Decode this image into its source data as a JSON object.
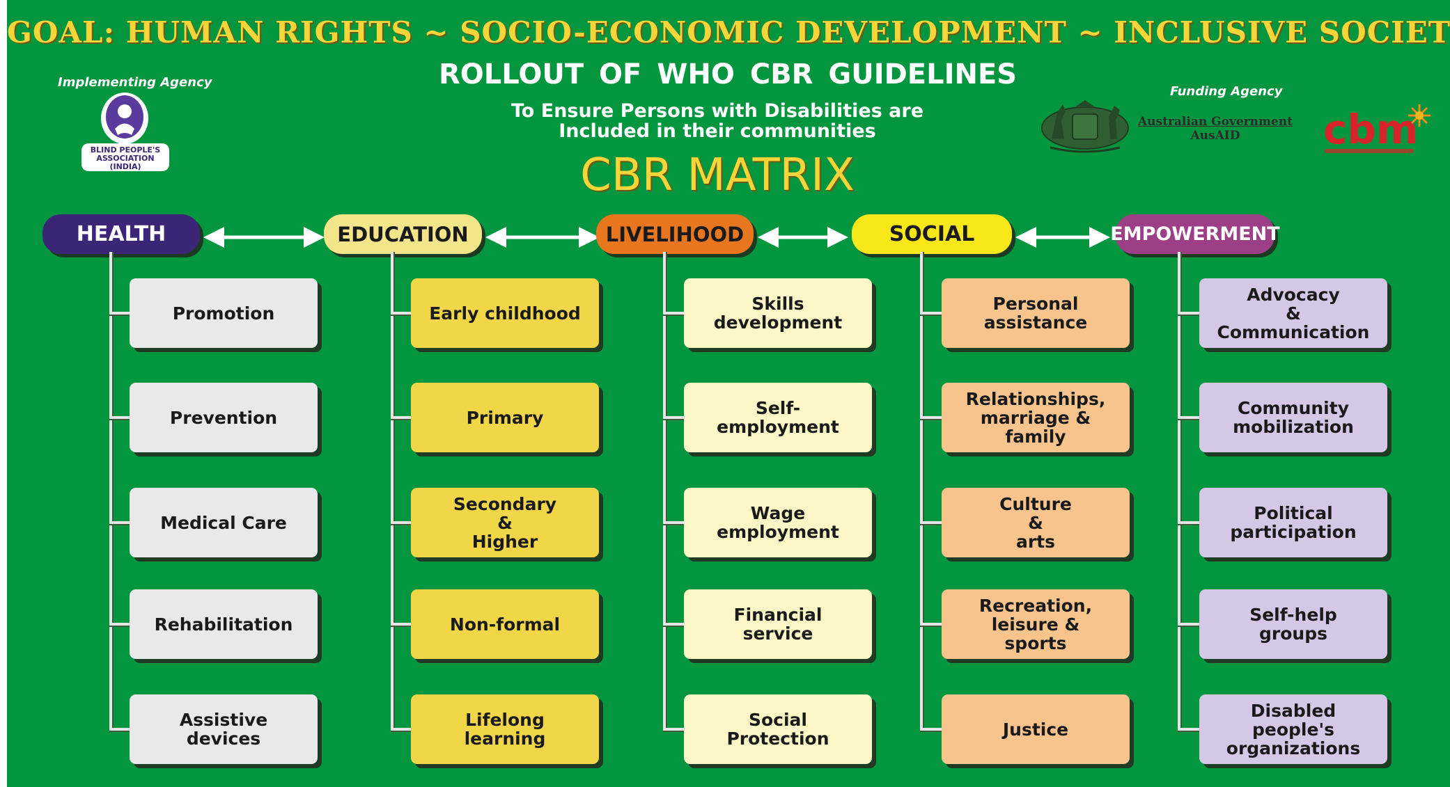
{
  "goal": "GOAL: HUMAN RIGHTS ~ SOCIO-ECONOMIC DEVELOPMENT ~ INCLUSIVE SOCIETY",
  "rollout": "ROLLOUT  OF  WHO  CBR  GUIDELINES",
  "subtitle_line1": "To Ensure Persons with Disabilities are",
  "subtitle_line2": "Included in their communities",
  "matrix_title": "CBR MATRIX",
  "implementing_agency_label": "Implementing Agency",
  "implementing_agency_logo_text": [
    "BLIND PEOPLE'S",
    "ASSOCIATION",
    "(INDIA)"
  ],
  "funding_agency_label": "Funding Agency",
  "funding_agency_gov_line1": "Australian Government",
  "funding_agency_gov_line2": "AusAID",
  "funding_logo_text": "cbm",
  "colors": {
    "background": "#04963f",
    "goal_text": "#f5d53a",
    "connector": "#e6e6e6"
  },
  "columns": [
    {
      "header": "HEALTH",
      "header_bg": "#3b2576",
      "header_fg": "#ffffff",
      "item_bg": "#e9e9e9",
      "items": [
        "Promotion",
        "Prevention",
        "Medical Care",
        "Rehabilitation",
        "Assistive\ndevices"
      ]
    },
    {
      "header": "EDUCATION",
      "header_bg": "#f3e58a",
      "header_fg": "#1a1a1a",
      "item_bg": "#f1d648",
      "items": [
        "Early childhood",
        "Primary",
        "Secondary\n&\nHigher",
        "Non-formal",
        "Lifelong\nlearning"
      ]
    },
    {
      "header": "LIVELIHOOD",
      "header_bg": "#e8761f",
      "header_fg": "#1a1a1a",
      "item_bg": "#fdf6c6",
      "items": [
        "Skills\ndevelopment",
        "Self-\nemployment",
        "Wage\nemployment",
        "Financial\nservice",
        "Social\nProtection"
      ]
    },
    {
      "header": "SOCIAL",
      "header_bg": "#f8e81a",
      "header_fg": "#1a1a1a",
      "item_bg": "#f7c48e",
      "items": [
        "Personal\nassistance",
        "Relationships,\nmarriage &\nfamily",
        "Culture\n&\narts",
        "Recreation,\nleisure &\nsports",
        "Justice"
      ]
    },
    {
      "header": "EMPOWERMENT",
      "header_bg": "#9c3f86",
      "header_fg": "#ffffff",
      "item_bg": "#d5c7e6",
      "items": [
        "Advocacy\n&\nCommunication",
        "Community\nmobilization",
        "Political\nparticipation",
        "Self-help\ngroups",
        "Disabled\npeople's\norganizations"
      ]
    }
  ]
}
